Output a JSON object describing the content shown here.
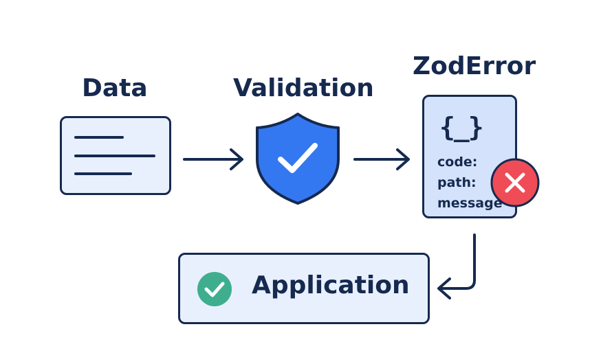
{
  "stages": {
    "data": {
      "title": "Data"
    },
    "validation": {
      "title": "Validation"
    },
    "error": {
      "title": "ZodError",
      "braces": "{_}",
      "fields": [
        "code:",
        "path:",
        "message"
      ]
    },
    "application": {
      "label": "Application"
    }
  },
  "colors": {
    "outline": "#16294f",
    "card_fill": "#e8f0fd",
    "error_fill": "#d4e3fb",
    "shield": "#3478f1",
    "error_badge": "#ef4c57",
    "success_badge": "#3fae8e"
  },
  "icons": {
    "data": "document-lines-icon",
    "validation": "shield-check-icon",
    "error_badge": "close-circle-icon",
    "success_badge": "check-circle-icon"
  }
}
